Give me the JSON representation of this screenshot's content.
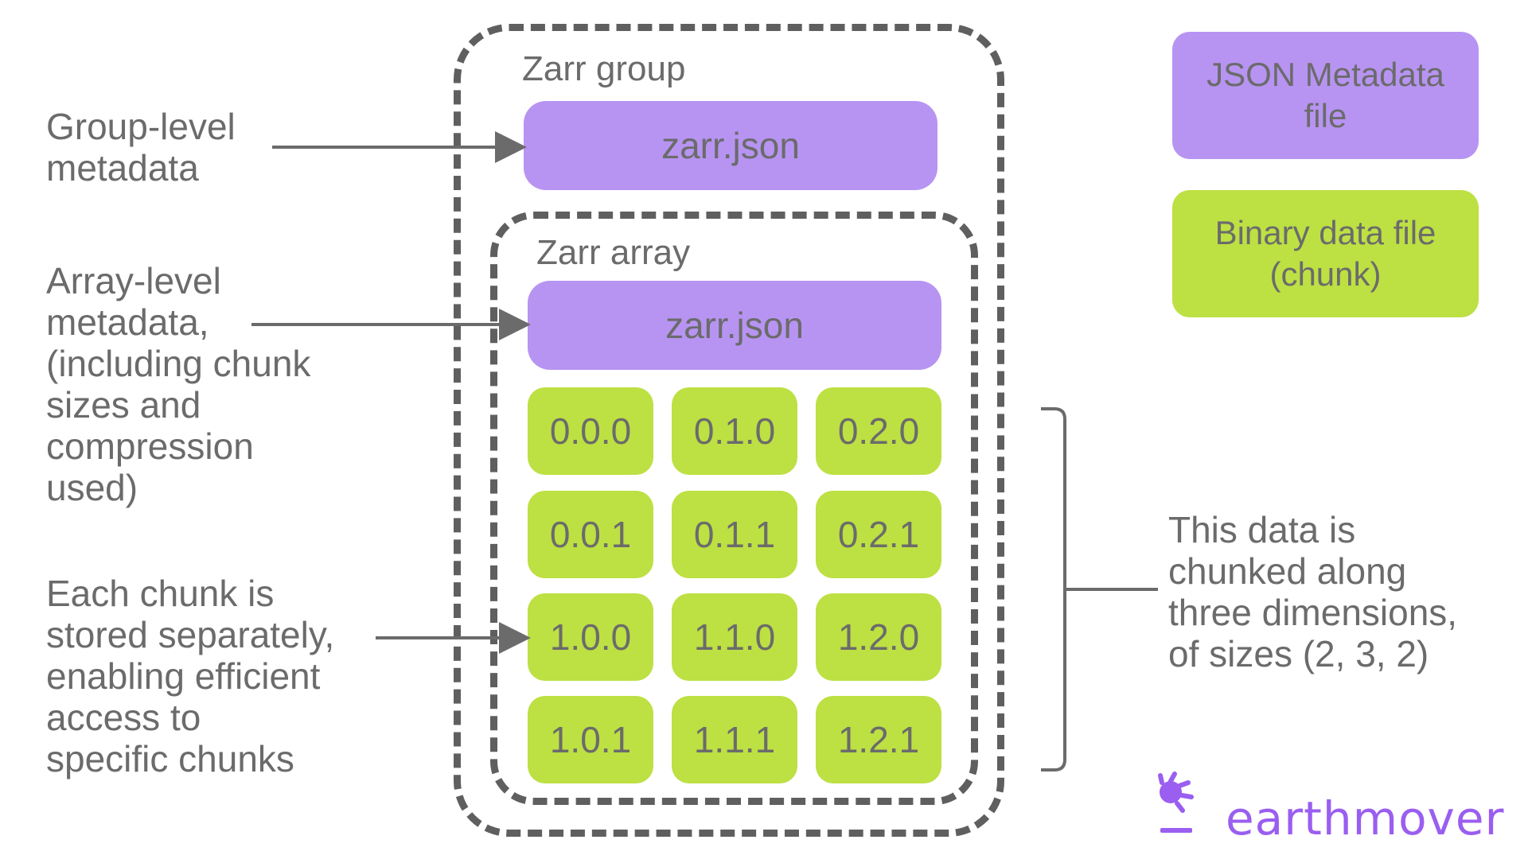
{
  "annotations": {
    "group_metadata": "Group-level\nmetadata",
    "array_metadata": "Array-level\nmetadata,\n(including chunk\nsizes and\ncompression\nused)",
    "chunk_storage": "Each chunk is\nstored separately,\nenabling efficient\naccess to\nspecific chunks",
    "chunking_note": "This data is\nchunked along\nthree dimensions,\nof sizes (2, 3, 2)"
  },
  "group": {
    "label": "Zarr group",
    "metadata_file": "zarr.json"
  },
  "array": {
    "label": "Zarr array",
    "metadata_file": "zarr.json",
    "chunks": [
      [
        "0.0.0",
        "0.1.0",
        "0.2.0"
      ],
      [
        "0.0.1",
        "0.1.1",
        "0.2.1"
      ],
      [
        "1.0.0",
        "1.1.0",
        "1.2.0"
      ],
      [
        "1.0.1",
        "1.1.1",
        "1.2.1"
      ]
    ]
  },
  "legend": {
    "metadata": "JSON Metadata\nfile",
    "chunk": "Binary data file\n(chunk)"
  },
  "brand": {
    "name": "earthmover",
    "color": "#9a5ef0"
  },
  "colors": {
    "metadata_fill": "#b794f2",
    "chunk_fill": "#bde043",
    "dashed_border": "#5f5f5f",
    "text": "#6b6b6b"
  }
}
